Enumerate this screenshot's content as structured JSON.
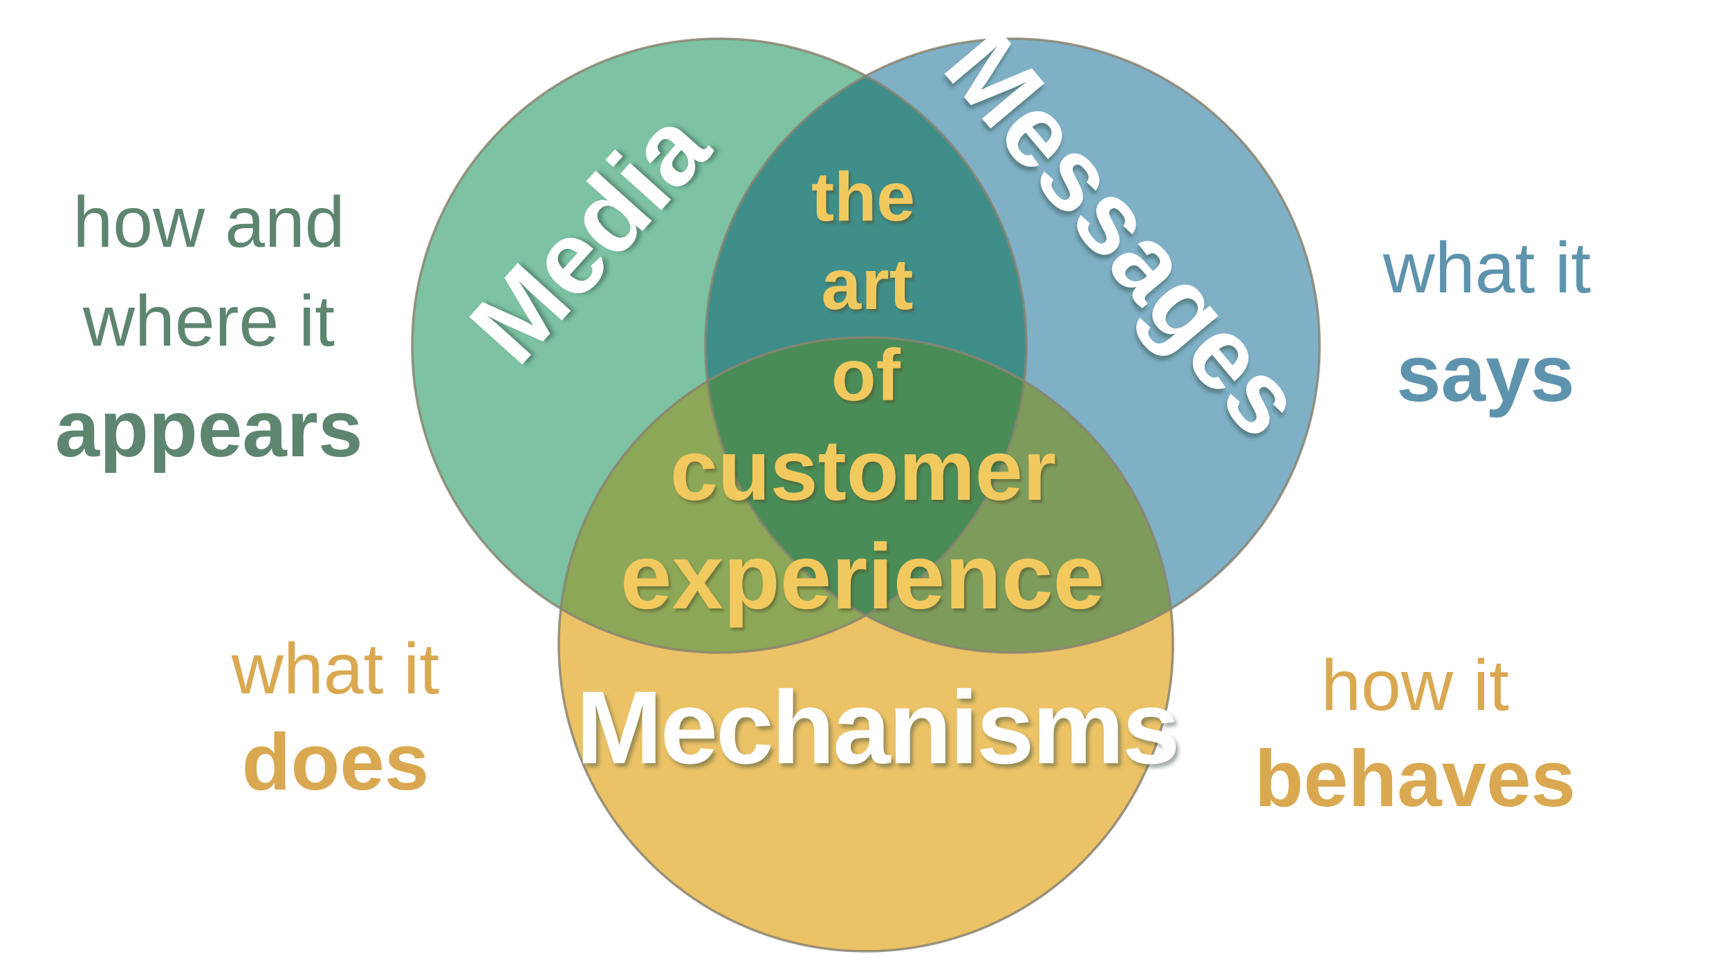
{
  "diagram": {
    "type": "venn-3-circles",
    "circles": {
      "media": "Media",
      "messages": "Messages",
      "mechanisms": "Mechanisms"
    },
    "center_phrase": {
      "line1": "the",
      "line2": "art",
      "line3": "of",
      "line4": "customer",
      "line5": "experience"
    },
    "annotations": {
      "media": {
        "line1": "how and",
        "line2": "where it",
        "line3": "appears"
      },
      "messages": {
        "line1": "what it",
        "line2": "says"
      },
      "mechanisms_left": {
        "line1": "what it",
        "line2": "does"
      },
      "mechanisms_right": {
        "line1": "how it",
        "line2": "behaves"
      }
    }
  },
  "colors": {
    "background": "#ffffff",
    "media_circle": "#7cc2a3",
    "messages_circle": "#7fb0c6",
    "mechanisms_circle": "#ecc266",
    "media_messages_overlap": "#3f8e8a",
    "media_mechanisms_overlap": "#8ca757",
    "messages_mechanisms_overlap": "#7d9c5c",
    "triple_overlap": "#4a8c58",
    "circle_outline": "#8a8471",
    "center_text_color": "#f2c95e",
    "circle_label_color": "#ffffff",
    "media_annotation_color": "#5d8570",
    "messages_annotation_color": "#5e93ad",
    "mechanisms_annotation_color": "#d9a851"
  }
}
